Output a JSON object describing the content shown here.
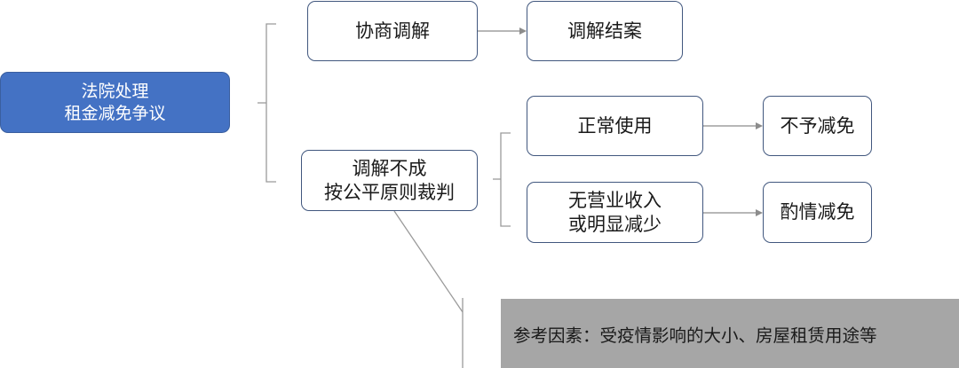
{
  "nodes": {
    "root": {
      "line1": "法院处理",
      "line2": "租金减免争议"
    },
    "mediation": {
      "label": "协商调解"
    },
    "case_closed": {
      "label": "调解结案"
    },
    "mediation_failed": {
      "line1": "调解不成",
      "line2": "按公平原则裁判"
    },
    "normal_use": {
      "label": "正常使用"
    },
    "no_reduction": {
      "label": "不予减免"
    },
    "no_income": {
      "line1": "无营业收入",
      "line2": "或明显减少"
    },
    "discretionary_reduction": {
      "label": "酌情减免"
    }
  },
  "note": {
    "text": "参考因素：受疫情影响的大小、房屋租赁用途等"
  },
  "colors": {
    "root_fill": "#4472c4",
    "box_border": "#41577e",
    "connector": "#8c8c8c",
    "note_fill": "#a6a6a6"
  }
}
